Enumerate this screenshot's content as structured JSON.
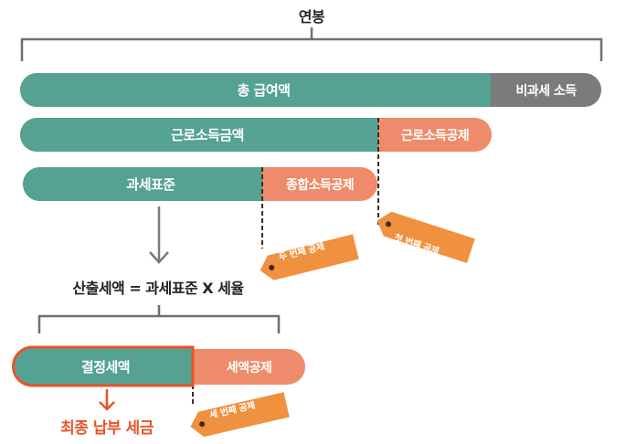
{
  "colors": {
    "teal": "#55a293",
    "salmon": "#ee8b6b",
    "gray": "#7b7b7b",
    "bracket": "#6f6f6f",
    "highlight": "#e8532b",
    "tag": "#f0913f",
    "dash": "#3a2a22"
  },
  "top_label": "연봉",
  "bars": {
    "gross_salary": "총 급여액",
    "non_taxable": "비과세 소득",
    "earned_income": "근로소득금액",
    "earned_income_deduction": "근로소득공제",
    "tax_base": "과세표준",
    "comprehensive_deduction": "종합소득공제",
    "determined_tax": "결정세액",
    "tax_credit": "세액공제"
  },
  "formula": "산출세액 = 과세표준 X 세율",
  "tags": {
    "first": "첫 번째 공제",
    "second": "두 번째 공제",
    "third": "세 번째 공제"
  },
  "final_label": "최종 납부 세금"
}
